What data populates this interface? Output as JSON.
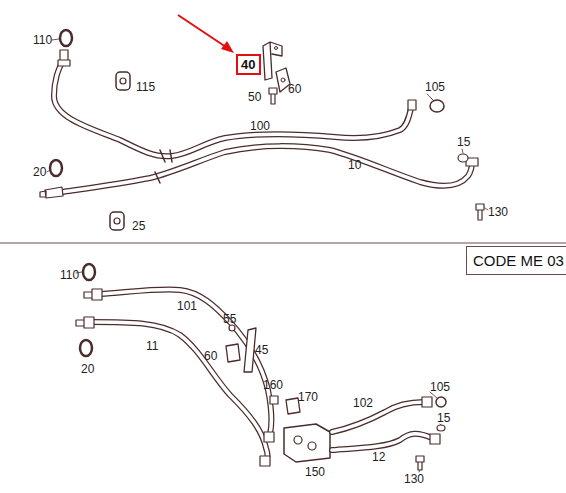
{
  "diagram": {
    "nodes": [
      {
        "text": [
          "40"
        ]
      },
      {
        "text": [
          "CODE ME 03"
        ]
      }
    ],
    "labels": [
      "110",
      "115",
      "50",
      "60",
      "105",
      "100",
      "15",
      "10",
      "20",
      "25",
      "130",
      "110",
      "101",
      "55",
      "60",
      "45",
      "11",
      "20",
      "160",
      "170",
      "105",
      "102",
      "15",
      "150",
      "12",
      "130"
    ]
  }
}
